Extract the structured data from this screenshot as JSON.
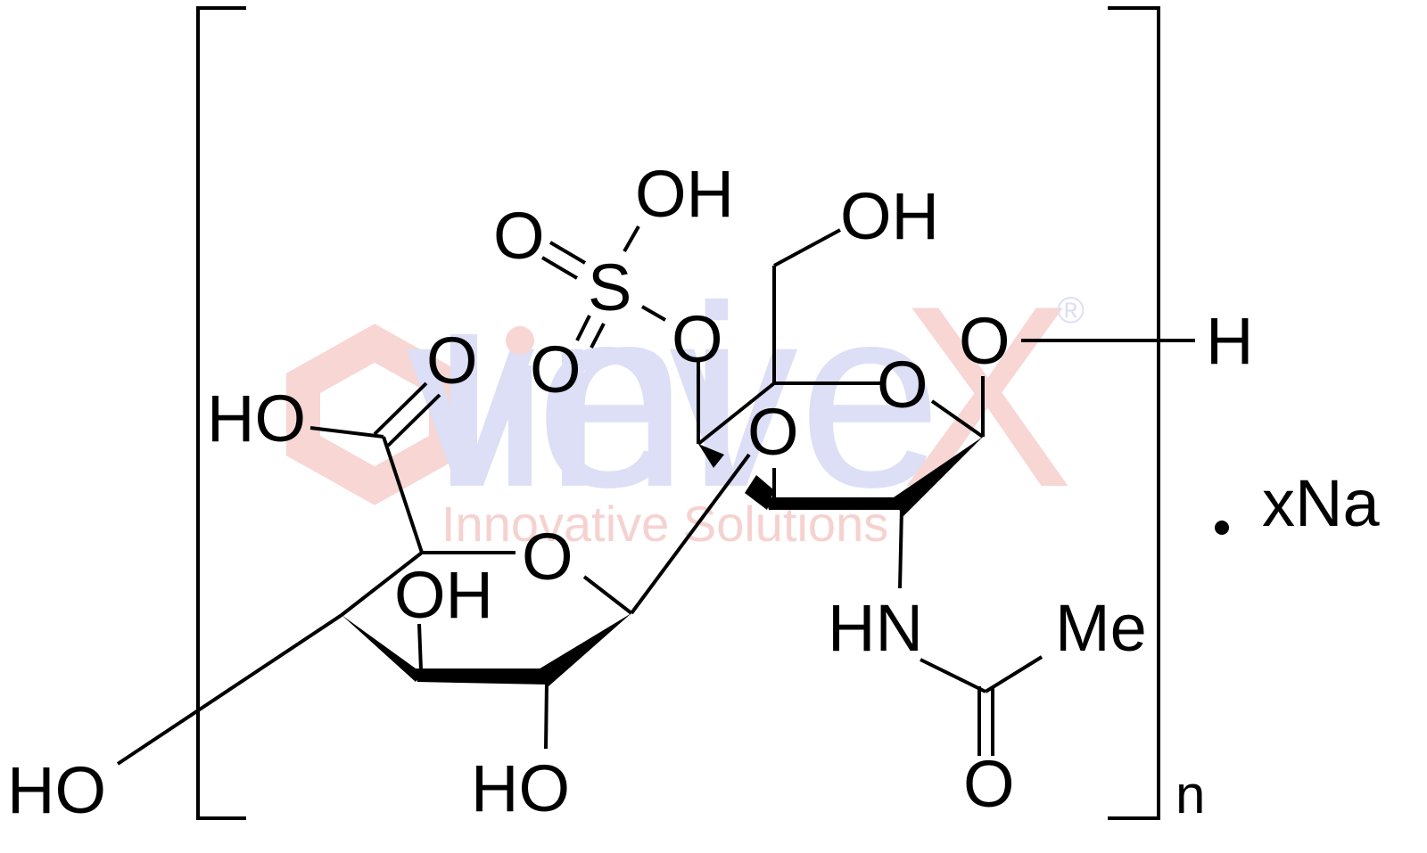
{
  "figure": {
    "type": "chemical-structure",
    "description": "Repeating disaccharide unit (glucuronic acid - N-acetylgalactosamine sulfate), sodium salt",
    "watermark": {
      "brand_prefix": "Clini",
      "brand_middle": "ve",
      "brand_suffix": "X",
      "tagline": "Innovative Solutions",
      "registered": "®",
      "colors": {
        "primary": "#dcdff5",
        "accent": "#f7d6d4"
      }
    },
    "labels": {
      "sulfate_oh": "OH",
      "sulfate_o_top": "O",
      "sulfate_s": "S",
      "sulfate_o_bottom": "O",
      "sulfate_o_link": "O",
      "ch2oh": "OH",
      "ring2_o": "O",
      "anomeric_o": "O",
      "end_h": "H",
      "glycosidic_o": "O",
      "carboxyl_o": "O",
      "carboxyl_ho": "HO",
      "ring1_o": "O",
      "ring1_oh": "OH",
      "ring1_ho_bottom": "HO",
      "ring1_ho_left": "HO",
      "nh": "HN",
      "me": "Me",
      "amide_o": "O",
      "repeat_n": "n",
      "salt_dot": "•",
      "salt": "xNa"
    },
    "colors": {
      "ink": "#000000",
      "background": "#ffffff"
    }
  }
}
